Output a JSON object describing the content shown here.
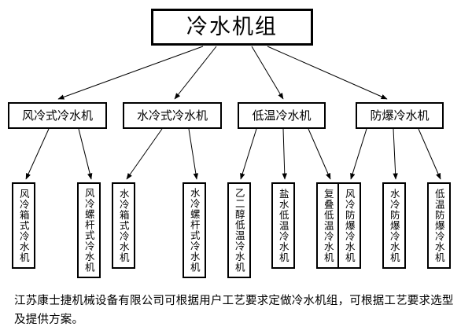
{
  "diagram": {
    "type": "tree",
    "root": {
      "label": "冷水机组"
    },
    "categories": [
      {
        "label": "风冷式冷水机"
      },
      {
        "label": "水冷式冷水机"
      },
      {
        "label": "低温冷水机"
      },
      {
        "label": "防爆冷水机"
      }
    ],
    "leaves": [
      {
        "label": "风冷箱式冷水机",
        "parent": 0
      },
      {
        "label": "风冷螺杆式冷水机",
        "parent": 0
      },
      {
        "label": "水冷箱式冷水机",
        "parent": 1
      },
      {
        "label": "水冷螺杆式冷水机",
        "parent": 1
      },
      {
        "label": "乙二醇低温冷水机",
        "parent": 2
      },
      {
        "label": "盐水低温冷水机",
        "parent": 2
      },
      {
        "label": "复叠低温冷水机",
        "parent": 2
      },
      {
        "label": "风冷防爆冷水机",
        "parent": 3
      },
      {
        "label": "水冷防爆冷水机",
        "parent": 3
      },
      {
        "label": "低温防爆冷水机",
        "parent": 3
      }
    ]
  },
  "footer": {
    "note": "江苏康士捷机械设备有限公司可根据用户工艺要求定做冷水机组，可根据工艺要求选型及提供方案。"
  },
  "colors": {
    "line": "#000000",
    "box_border": "#000000",
    "background": "#ffffff",
    "text": "#000000"
  }
}
